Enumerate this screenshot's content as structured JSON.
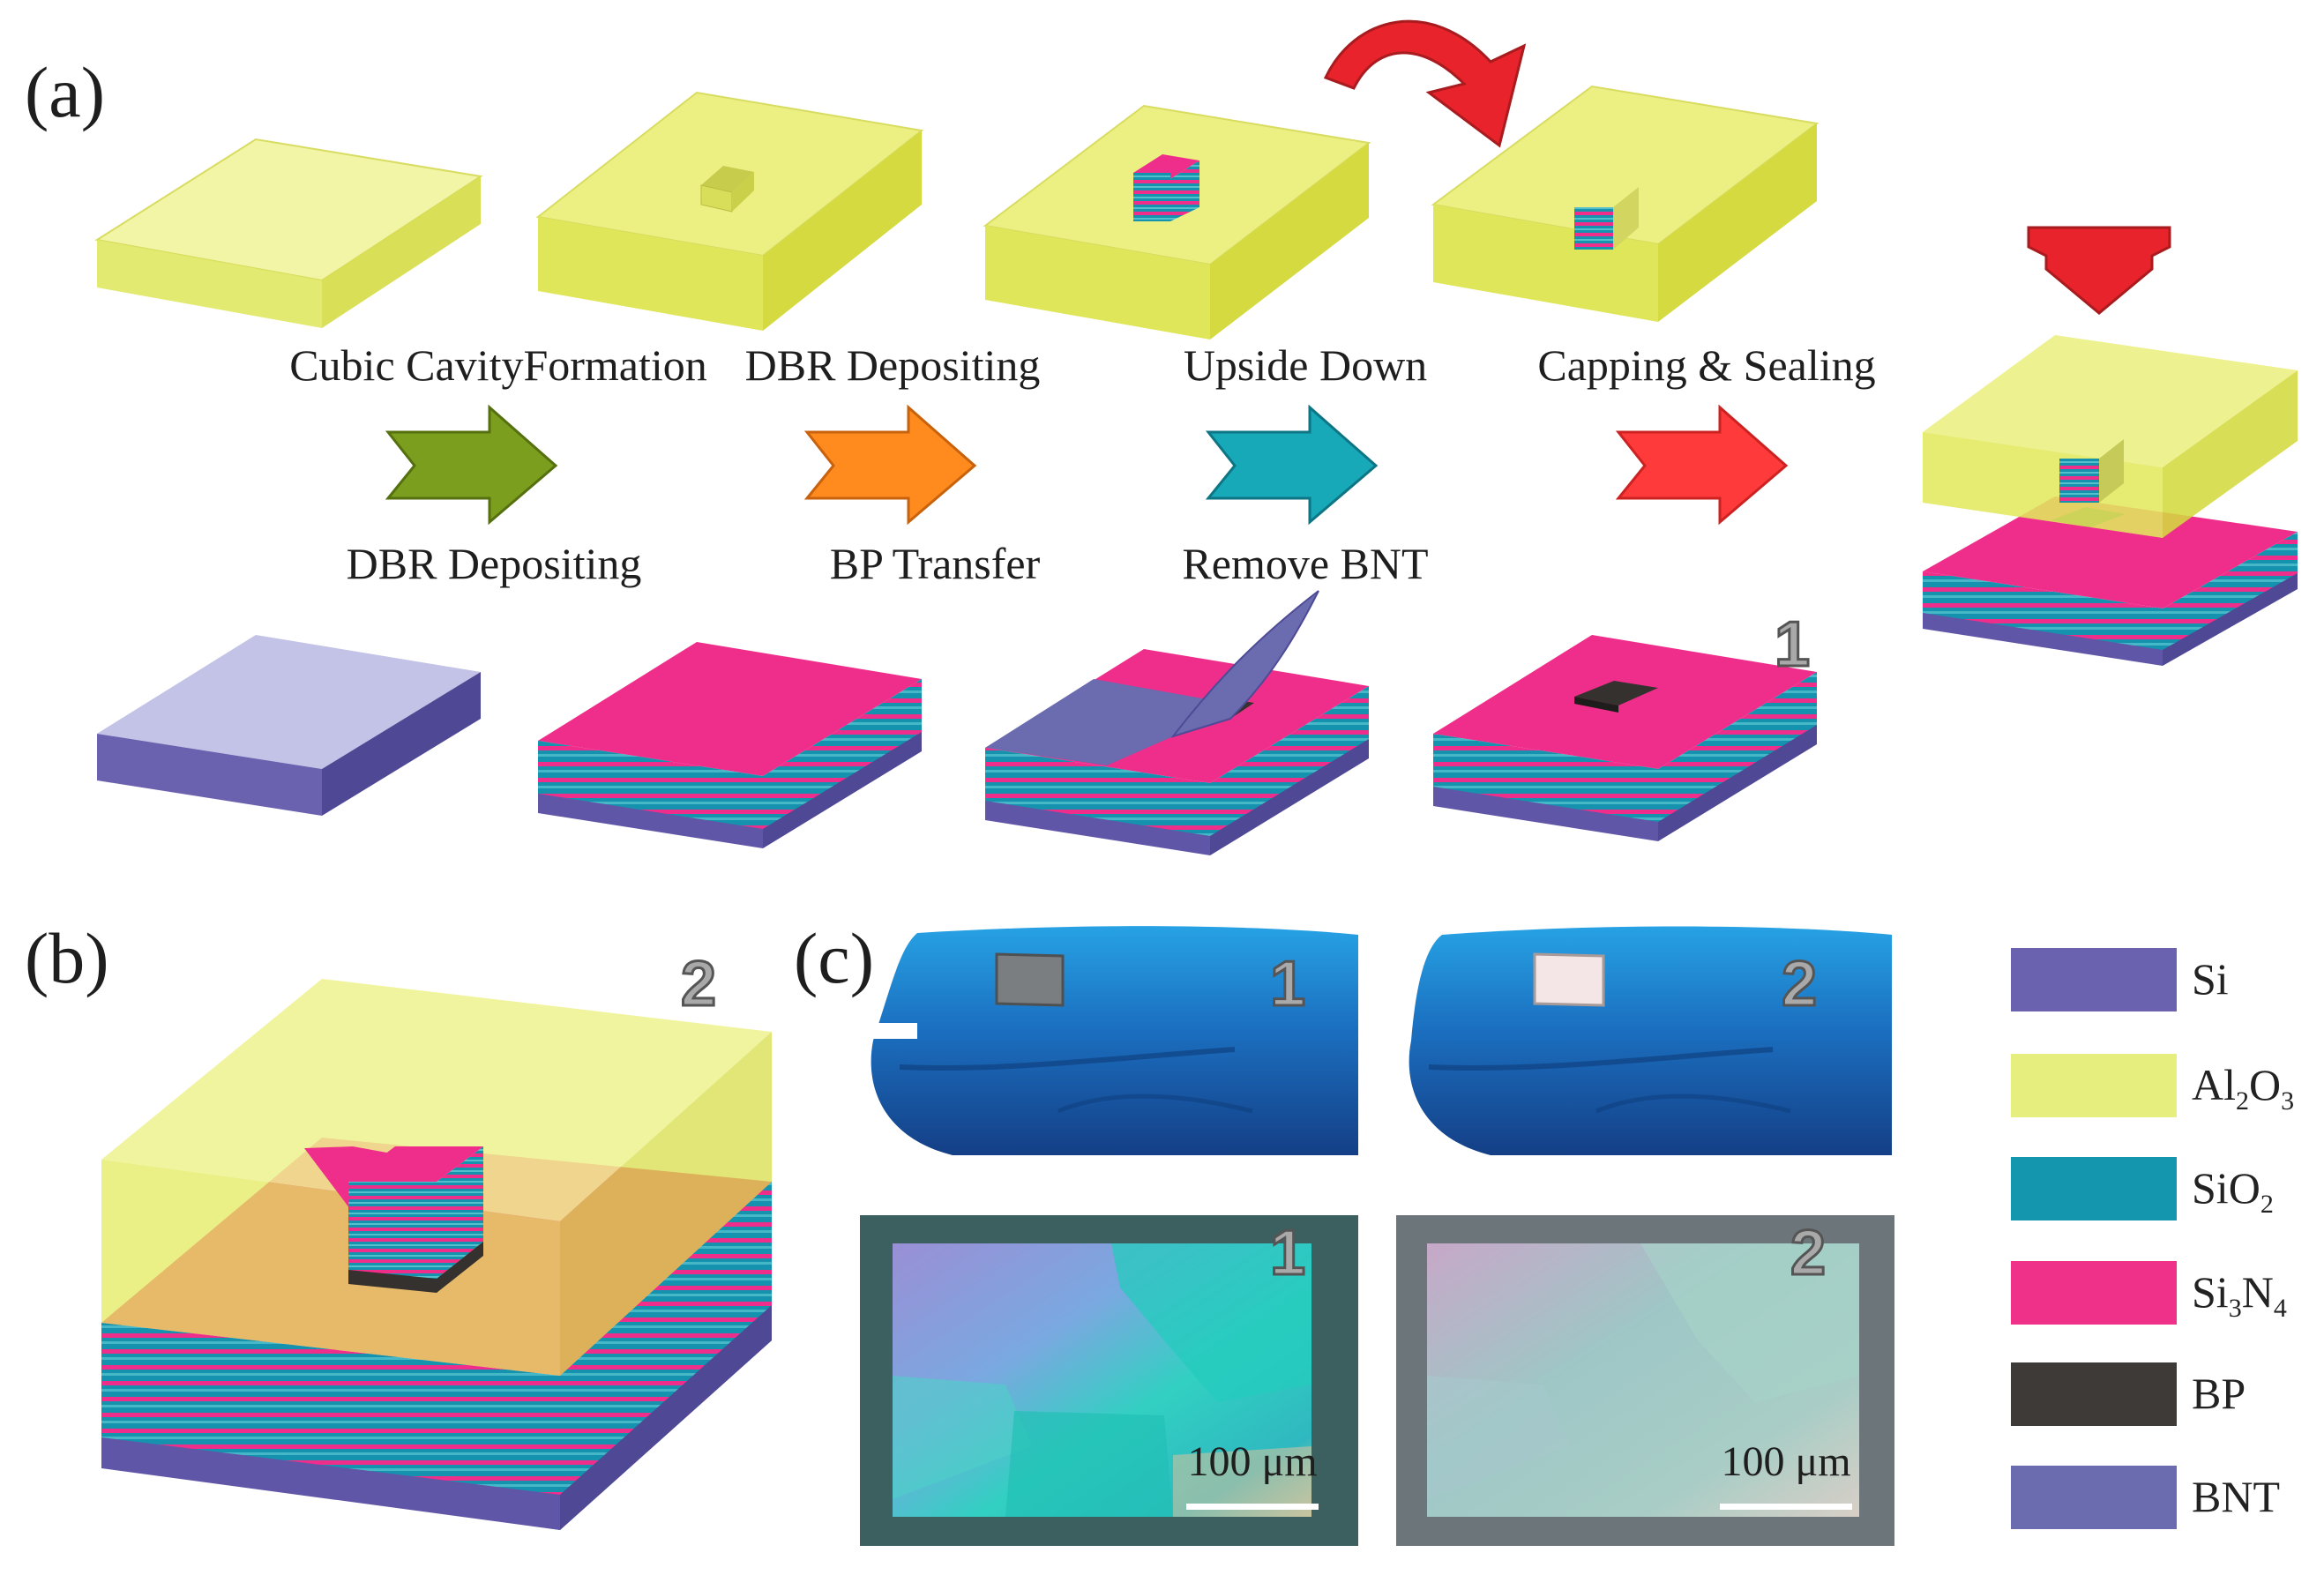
{
  "panels": {
    "a": "(a)",
    "b": "(b)",
    "c": "(c)"
  },
  "steps_top": [
    "Cubic CavityFormation",
    "DBR Depositing",
    "Upside Down",
    "Capping & Sealing"
  ],
  "steps_bottom": [
    "DBR Depositing",
    "BP Transfer",
    "Remove BNT"
  ],
  "sample_numbers": {
    "a": "1",
    "b": "2",
    "c_photo_1": "1",
    "c_photo_2": "2",
    "c_micro_1": "1",
    "c_micro_2": "2"
  },
  "scale_bars": [
    "100 μm",
    "100 μm"
  ],
  "legend": [
    {
      "base": "Si",
      "color": "#6a62ae"
    },
    {
      "base": "Al",
      "sub": "2",
      "base2": "O",
      "sub2": "3",
      "color": "#e6ee7e"
    },
    {
      "base": "Si",
      "sub": "",
      "base2": "O",
      "sub2": "2",
      "color": "#1496ae"
    },
    {
      "base": "Si",
      "sub": "3",
      "base2": "N",
      "sub2": "4",
      "color": "#f0318a"
    },
    {
      "base": "BP",
      "color": "#3d3a37"
    },
    {
      "base": "BNT",
      "color": "#6b6bb0"
    }
  ],
  "colors": {
    "al2o3": "#f1f462",
    "si3n4": "#ee2e8a",
    "sio2": "#1592ae",
    "si": "#5f56a8",
    "bp": "#34312e",
    "bnt": "#6f6db6",
    "arrow_green": "#7c9e1f",
    "arrow_orange": "#ff8a1e",
    "arrow_teal": "#17a9b8",
    "arrow_red": "#ff3a3a"
  }
}
